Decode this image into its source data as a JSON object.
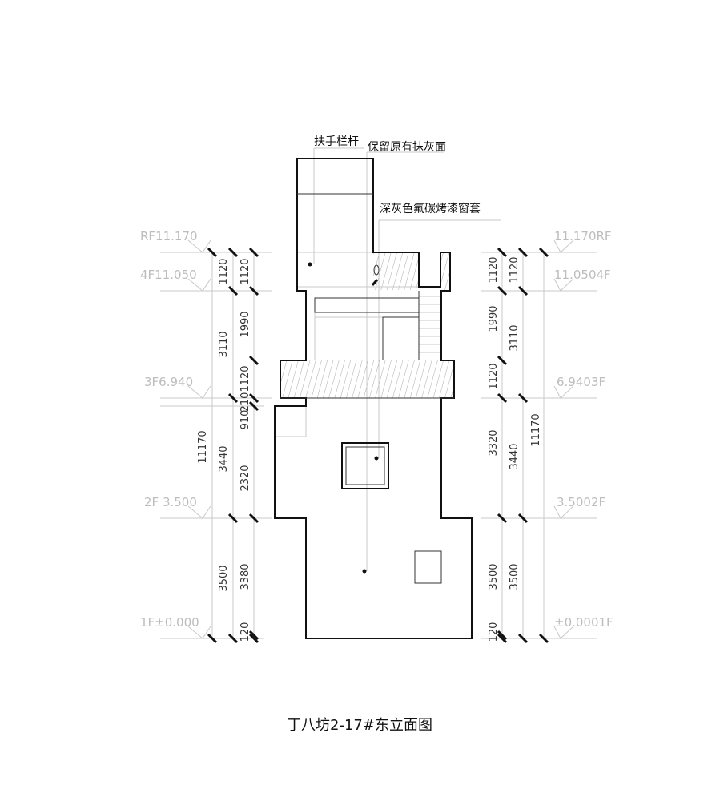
{
  "drawing": {
    "title": "丁八坊2-17#东立面图",
    "annotations": {
      "handrail": "扶手栏杆",
      "plaster": "保留原有抹灰面",
      "window_frame": "深灰色氟碳烤漆窗套"
    },
    "levels_left": {
      "rf": "RF11.170",
      "f4": "4F11.050",
      "f3": "3F6.940",
      "f2": "2F 3.500",
      "f1": "1F±0.000"
    },
    "levels_right": {
      "rf": "11.170RF",
      "f4": "11.0504F",
      "f3": "6.9403F",
      "f2": "3.5002F",
      "f1": "±0.0001F"
    },
    "dims_left": {
      "total": "11170",
      "c1": [
        "1120",
        "3110",
        "3440",
        "3500"
      ],
      "c2": [
        "1120",
        "1990",
        "1120",
        "210",
        "910",
        "2320",
        "3380",
        "120"
      ]
    },
    "dims_right": {
      "total": "11170",
      "c1": [
        "1120",
        "1990",
        "1120",
        "3320",
        "3500",
        "120"
      ],
      "c2": [
        "1120",
        "3110",
        "3440",
        "3500"
      ]
    }
  }
}
